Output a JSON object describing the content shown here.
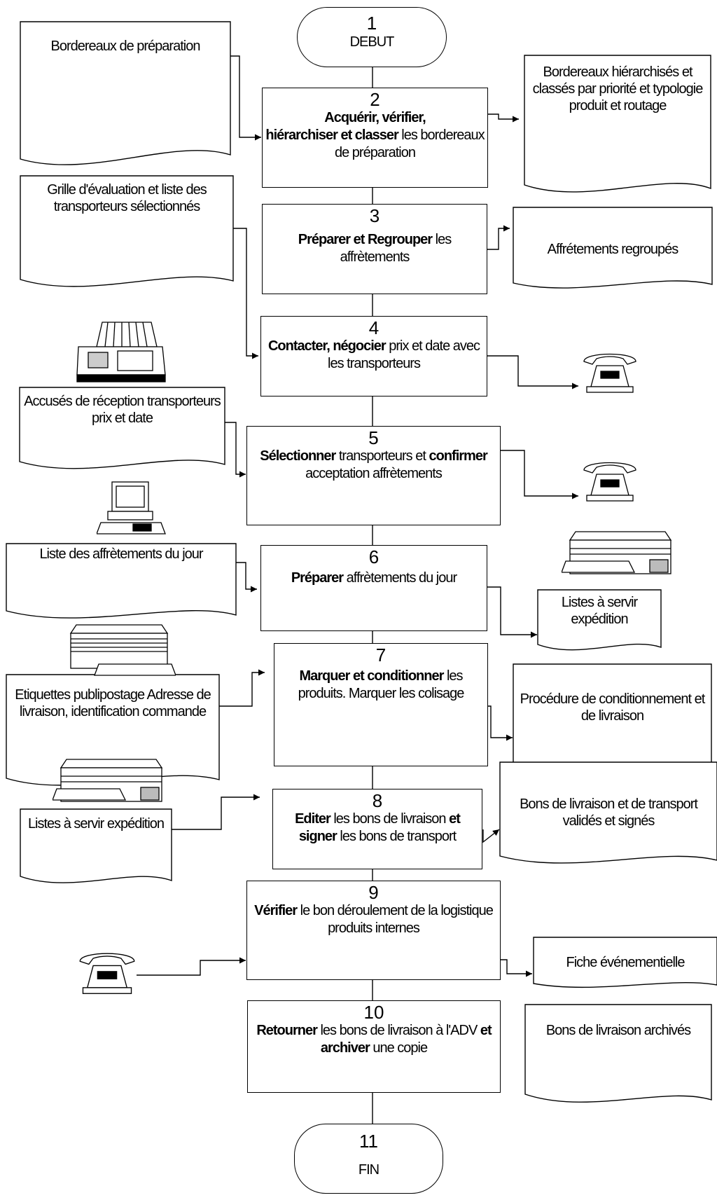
{
  "terminals": {
    "start": {
      "num": "1",
      "label": "DEBUT"
    },
    "end": {
      "num": "11",
      "label": "FIN"
    }
  },
  "steps": [
    {
      "num": "2",
      "parts": [
        {
          "t": "Acquérir",
          "b": true
        },
        {
          "t": ", ",
          "b": false
        },
        {
          "t": "vérifier,",
          "b": true
        },
        {
          "t": "\n",
          "b": false
        },
        {
          "t": "hiérarchiser et classer",
          "b": true
        },
        {
          "t": " les bordereaux de préparation",
          "b": false
        }
      ]
    },
    {
      "num": "3",
      "parts": [
        {
          "t": "Préparer et Regrouper",
          "b": true
        },
        {
          "t": " les affrètements",
          "b": false
        }
      ]
    },
    {
      "num": "4",
      "parts": [
        {
          "t": "Contacter,  négocier",
          "b": true
        },
        {
          "t": " prix et date avec les  transporteurs",
          "b": false
        }
      ]
    },
    {
      "num": "5",
      "parts": [
        {
          "t": "Sélectionner",
          "b": true
        },
        {
          "t": " transporteurs et ",
          "b": false
        },
        {
          "t": "confirmer",
          "b": true
        },
        {
          "t": " acceptation affrètements",
          "b": false
        }
      ]
    },
    {
      "num": "6",
      "parts": [
        {
          "t": "Préparer",
          "b": true
        },
        {
          "t": " affrètements du jour",
          "b": false
        }
      ]
    },
    {
      "num": "7",
      "parts": [
        {
          "t": "Marquer et conditionner",
          "b": true
        },
        {
          "t": " les produits. Marquer les colisage",
          "b": false
        }
      ]
    },
    {
      "num": "8",
      "parts": [
        {
          "t": "Editer",
          "b": true
        },
        {
          "t": " les bons de livraison ",
          "b": false
        },
        {
          "t": "et signer",
          "b": true
        },
        {
          "t": " les bons de transport",
          "b": false
        }
      ]
    },
    {
      "num": "9",
      "parts": [
        {
          "t": "Vérifier",
          "b": true
        },
        {
          "t": " le bon déroulement de la logistique produits internes",
          "b": false
        }
      ]
    },
    {
      "num": "10",
      "parts": [
        {
          "t": "Retourner",
          "b": true
        },
        {
          "t": " les bons de livraison à l'ADV ",
          "b": false
        },
        {
          "t": "et archiver",
          "b": true
        },
        {
          "t": " une copie",
          "b": false
        }
      ]
    }
  ],
  "inputs": {
    "bordereaux_preparation": "Bordereaux de préparation",
    "grille_evaluation": "Grille d'évaluation et liste des transporteurs sélectionnés",
    "accuses_reception": "Accusés de réception transporteurs prix et date",
    "liste_affretements": "Liste des affrètements du jour",
    "etiquettes": "Etiquettes publipostage Adresse de livraison, identification commande",
    "listes_servir_in": "Listes à servir expédition"
  },
  "outputs": {
    "bordereaux_hierarchises": "Bordereaux hiérarchisés et classés par priorité et typologie produit et routage",
    "affretements_regroupes": "Affrétements regroupés",
    "listes_servir_out": "Listes à servir expédition",
    "procedure": "Procédure de conditionnement et de livraison",
    "bons_valides": "Bons de livraison et de transport validés et signés",
    "fiche": "Fiche événementielle",
    "bons_archives": "Bons de livraison archivés"
  },
  "icons": [
    "fax-icon",
    "telephone-icon",
    "telephone-icon",
    "computer-icon",
    "printer-icon",
    "printer-icon",
    "printer-icon",
    "telephone-icon"
  ]
}
